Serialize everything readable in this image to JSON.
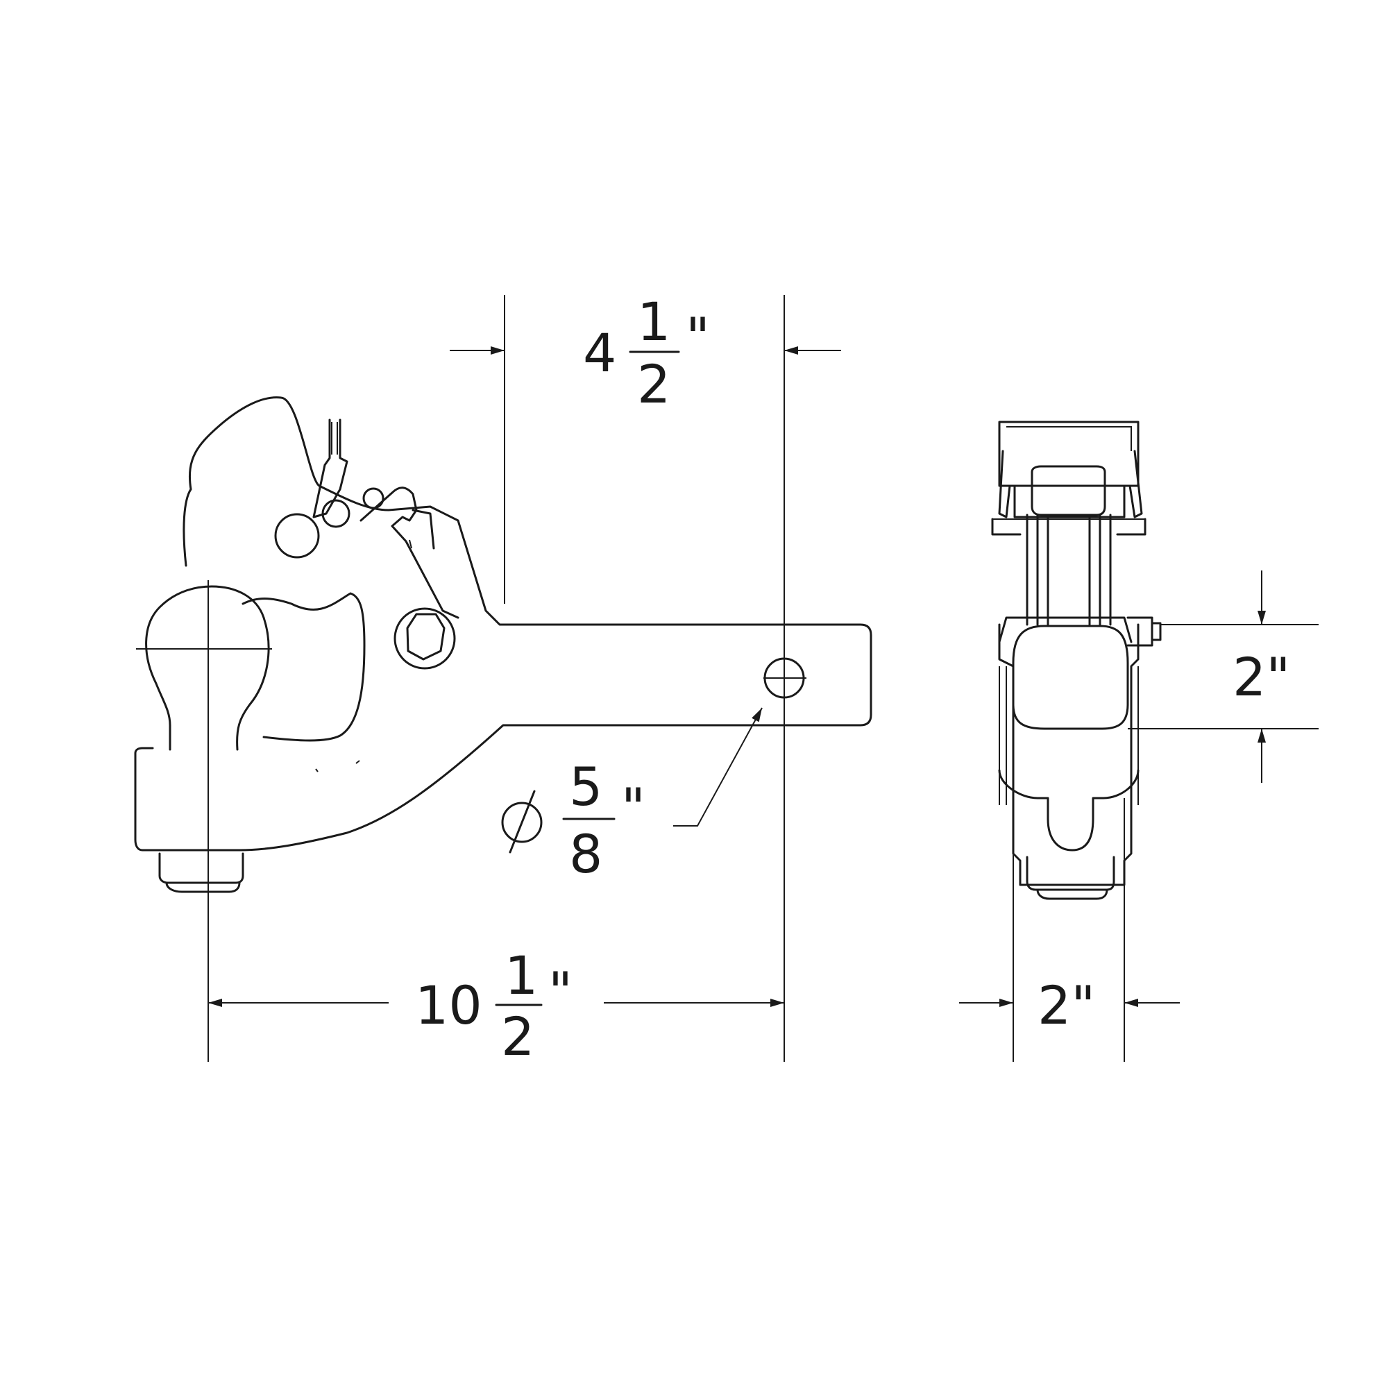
{
  "dimensions": {
    "top_width": {
      "whole": "4",
      "num": "1",
      "den": "2",
      "unit": "\""
    },
    "overall_length": {
      "whole": "10",
      "num": "1",
      "den": "2",
      "unit": "\""
    },
    "hole_diameter": {
      "symbol": "∅",
      "num": "5",
      "den": "8",
      "unit": "\""
    },
    "side_height": {
      "text": "2\""
    },
    "side_width": {
      "text": "2\""
    }
  },
  "colors": {
    "line": "#1a1a1a",
    "background": "#ffffff"
  }
}
